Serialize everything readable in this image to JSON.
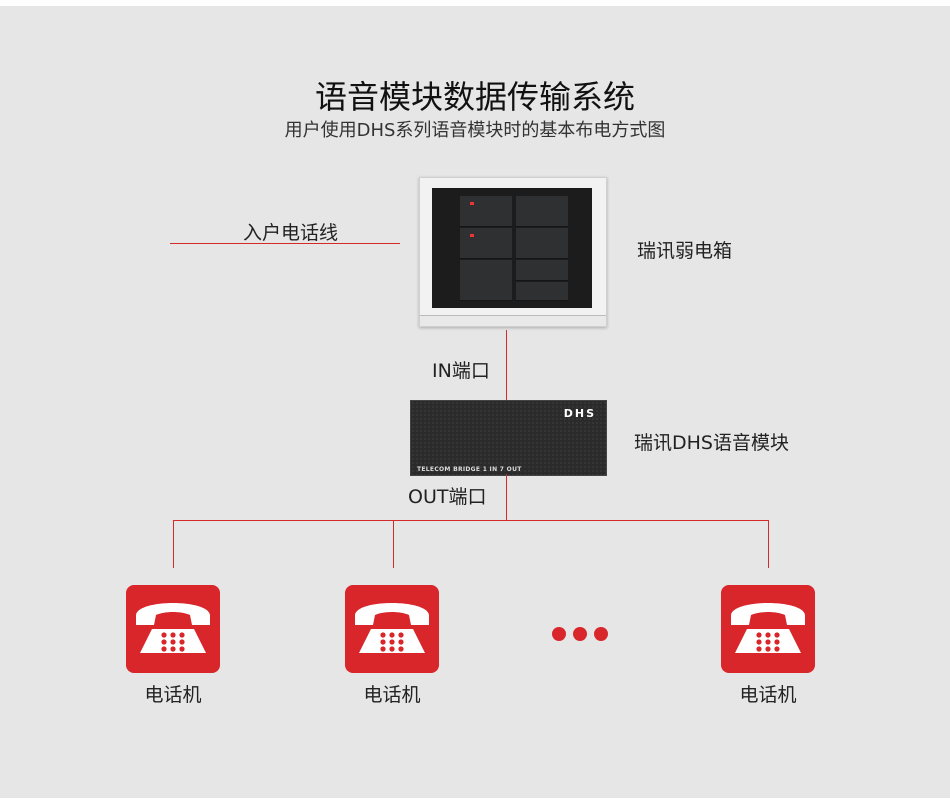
{
  "title": "语音模块数据传输系统",
  "subtitle": "用户使用DHS系列语音模块时的基本布电方式图",
  "labels": {
    "incoming_line": "入户电话线",
    "weak_box": "瑞讯弱电箱",
    "in_port": "IN端口",
    "dhs_module": "瑞讯DHS语音模块",
    "out_port": "OUT端口"
  },
  "dhs_device": {
    "logo": "DHS",
    "caption": "TELECOM BRIDGE 1 IN 7 OUT"
  },
  "phones": [
    {
      "label": "电话机",
      "icon": "telephone-icon"
    },
    {
      "label": "电话机",
      "icon": "telephone-icon"
    },
    {
      "label": "电话机",
      "icon": "telephone-icon"
    }
  ],
  "ellipsis": "•••",
  "colors": {
    "accent": "#d8262b",
    "line": "#d42a2a",
    "background": "#e6e6e6"
  }
}
